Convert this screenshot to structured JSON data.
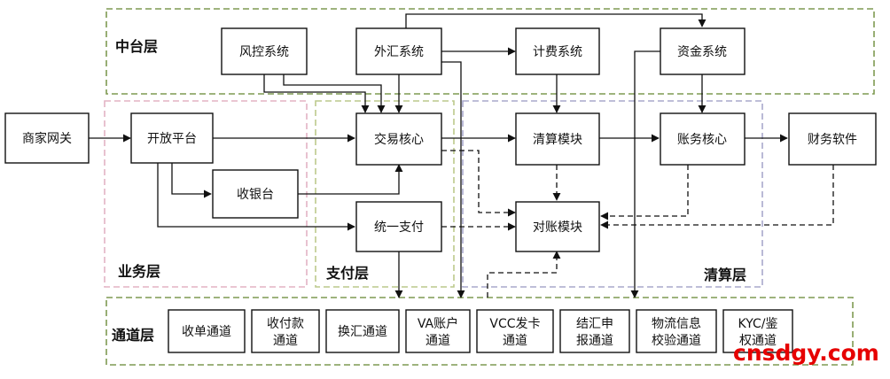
{
  "layers": {
    "middle": "中台层",
    "business": "业务层",
    "payment": "支付层",
    "clearing": "清算层",
    "channel": "通道层"
  },
  "nodes": {
    "risk_control": "风控系统",
    "forex": "外汇系统",
    "billing": "计费系统",
    "funds": "资金系统",
    "merchant_gateway": "商家网关",
    "open_platform": "开放平台",
    "trade_core": "交易核心",
    "clearing_module": "清算模块",
    "accounting_core": "账务核心",
    "finance_software": "财务软件",
    "cashier": "收银台",
    "reconciliation": "对账模块",
    "unified_payment": "统一支付"
  },
  "channels": {
    "collect": "收单通道",
    "payment_1": "收付款",
    "payment_2": "通道",
    "exchange": "换汇通道",
    "va_1": "VA账户",
    "va_2": "通道",
    "vcc_1": "VCC发卡",
    "vcc_2": "通道",
    "settle_1": "结汇申",
    "settle_2": "报通道",
    "logistics_1": "物流信息",
    "logistics_2": "校验通道",
    "kyc_1": "KYC/鉴",
    "kyc_2": "权通道"
  },
  "watermark": "cnsdgy.com",
  "colors": {
    "middle_zone": "#7f9a52",
    "business_zone": "#e3b3c4",
    "payment_zone": "#bcc98c",
    "clearing_zone": "#a8a8cc",
    "channel_zone": "#7f9a52",
    "watermark": "#e60000"
  }
}
